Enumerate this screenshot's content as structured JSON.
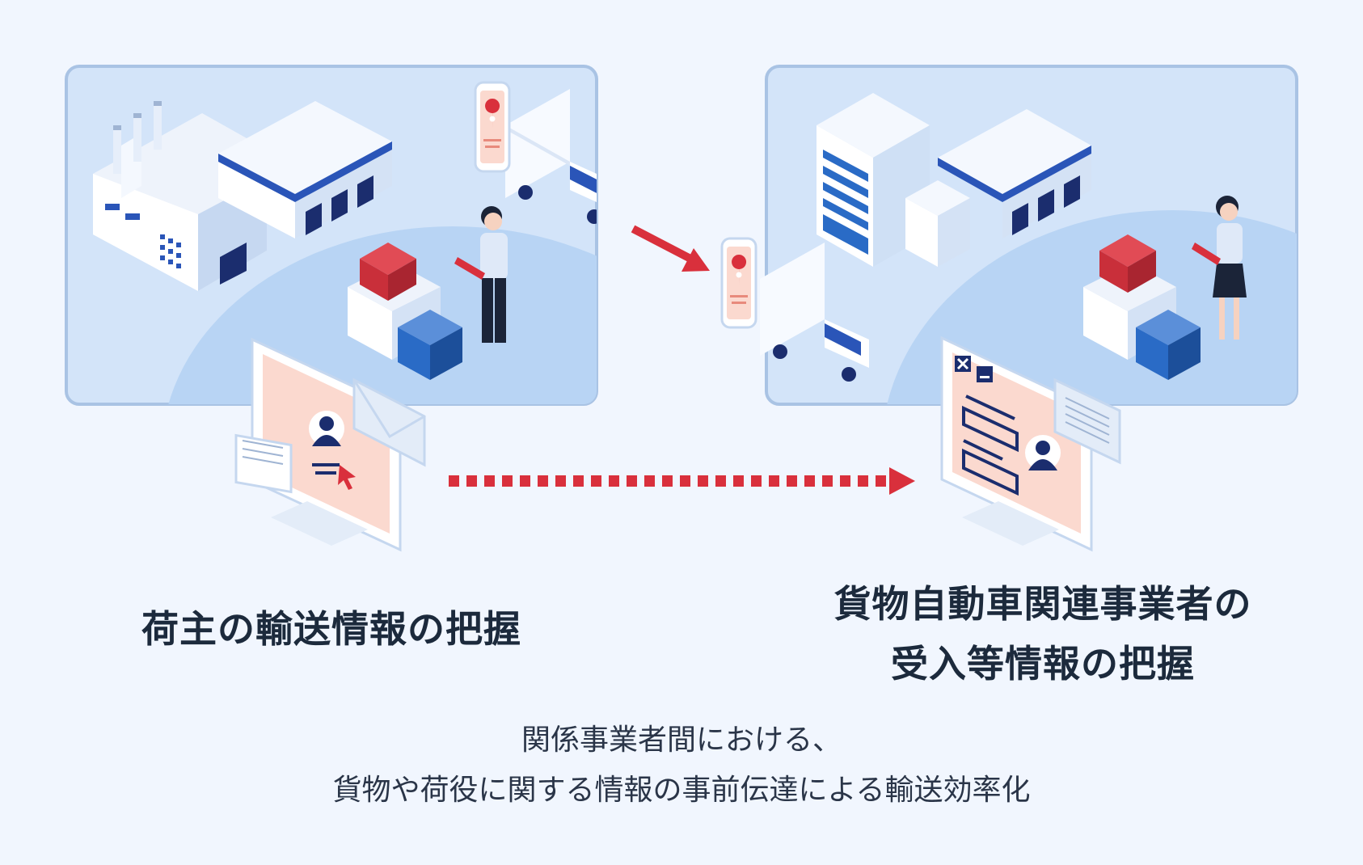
{
  "left_scene": {
    "caption": "荷主の輸送情報の把握",
    "elements": [
      "factory",
      "warehouse",
      "delivery-truck",
      "smartphone-location-pin",
      "cargo-boxes",
      "male-worker-with-clipboard",
      "computer-monitor-with-user-profile"
    ]
  },
  "right_scene": {
    "caption_line1": "貨物自動車関連事業者の",
    "caption_line2": "受入等情報の把握",
    "elements": [
      "office-building",
      "warehouse",
      "delivery-truck",
      "smartphone-location-pin",
      "cargo-boxes",
      "female-worker-with-clipboard",
      "computer-monitor-with-form"
    ]
  },
  "summary": {
    "line1": "関係事業者間における、",
    "line2": "貨物や荷役に関する情報の事前伝達による輸送効率化"
  },
  "colors": {
    "background": "#f1f6fe",
    "panel": "#d3e4f9",
    "panel_border": "#a9c3e4",
    "accent_red": "#d9303c",
    "navy": "#1b2d6e",
    "text": "#1c2a3c"
  },
  "icons": {
    "solid_arrow": "arrow-right-down-icon",
    "dotted_arrow": "arrow-right-icon"
  }
}
